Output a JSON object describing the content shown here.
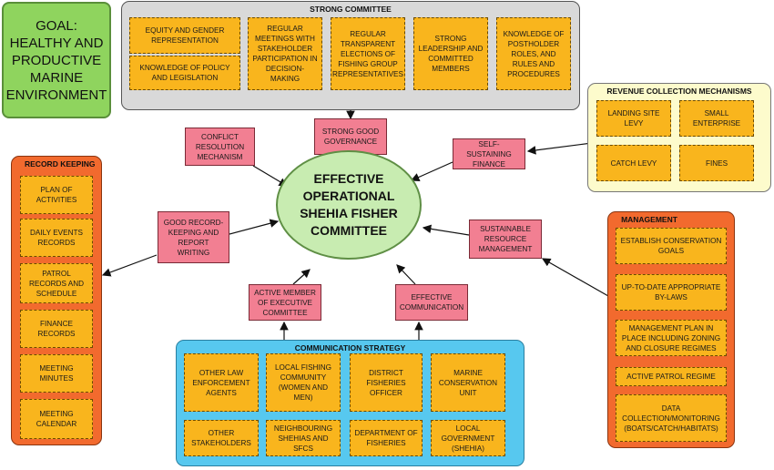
{
  "goal": "GOAL:\nHEALTHY AND PRODUCTIVE MARINE ENVIRONMENT",
  "center": "EFFECTIVE OPERATIONAL SHEHIA FISHER COMMITTEE",
  "strong_committee": {
    "title": "STRONG COMMITTEE",
    "items": [
      "EQUITY AND GENDER REPRESENTATION",
      "KNOWLEDGE OF POLICY AND LEGISLATION",
      "REGULAR MEETINGS WITH STAKEHOLDER PARTICIPATION IN DECISION-MAKING",
      "REGULAR TRANSPARENT ELECTIONS OF FISHING GROUP REPRESENTATIVES",
      "STRONG LEADERSHIP AND COMMITTED MEMBERS",
      "KNOWLEDGE OF POSTHOLDER ROLES, AND RULES AND PROCEDURES"
    ]
  },
  "revenue": {
    "title": "REVENUE COLLECTION MECHANISMS",
    "items": [
      "LANDING SITE LEVY",
      "SMALL ENTERPRISE",
      "CATCH LEVY",
      "FINES"
    ]
  },
  "record_keeping": {
    "title": "RECORD KEEPING",
    "items": [
      "PLAN OF ACTIVITIES",
      "DAILY EVENTS RECORDS",
      "PATROL RECORDS AND SCHEDULE",
      "FINANCE RECORDS",
      "MEETING MINUTES",
      "MEETING CALENDAR"
    ]
  },
  "management": {
    "title": "MANAGEMENT",
    "items": [
      "ESTABLISH CONSERVATION GOALS",
      "UP-TO-DATE APPROPRIATE BY-LAWS",
      "MANAGEMENT PLAN IN PLACE INCLUDING ZONING AND CLOSURE REGIMES",
      "ACTIVE PATROL REGIME",
      "DATA COLLECTION/MONITORING (BOATS/CATCH/HABITATS)"
    ]
  },
  "communication": {
    "title": "COMMUNICATION STRATEGY",
    "items": [
      "OTHER LAW ENFORCEMENT AGENTS",
      "LOCAL FISHING COMMUNITY (WOMEN AND MEN)",
      "DISTRICT FISHERIES OFFICER",
      "MARINE CONSERVATION UNIT",
      "OTHER STAKEHOLDERS",
      "NEIGHBOURING SHEHIAS AND SFCS",
      "DEPARTMENT OF FISHERIES",
      "LOCAL GOVERNMENT (SHEHIA)"
    ]
  },
  "links": {
    "conflict": "CONFLICT RESOLUTION MECHANISM",
    "governance": "STRONG GOOD GOVERNANCE",
    "finance": "SELF-SUSTAINING FINANCE",
    "record": "GOOD RECORD-KEEPING AND REPORT WRITING",
    "resource": "SUSTAINABLE RESOURCE MANAGEMENT",
    "active_member": "ACTIVE MEMBER OF EXECUTIVE COMMITTEE",
    "communication": "EFFECTIVE COMMUNICATION"
  }
}
